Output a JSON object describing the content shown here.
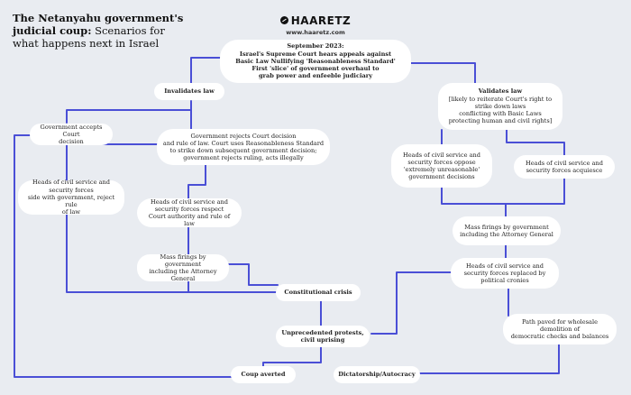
{
  "header": {
    "title_bold": "The Netanyahu government's judicial coup:",
    "title_rest": " Scenarios for what happens next in Israel",
    "brand": "HAARETZ",
    "brand_url": "www.haaretz.com",
    "logo_icon": "haaretz-logo-icon"
  },
  "colors": {
    "line": "#4a4fd6",
    "node": "#ffffff",
    "background": "#e9ecf1"
  },
  "nodes": {
    "root": "September 2023:\nIsrael's Supreme Court hears appeals against\nBasic Law Nullifying 'Reasonableness Standard'\nFirst 'slice' of government overhaul to\ngrab power and enfeeble judiciary",
    "invalidates": "Invalidates law",
    "validates": "Validates law",
    "validates_sub": "[likely to reiterate Court's right to\nstrike down laws\nconflicting with Basic Laws\nprotecting human and civil rights]",
    "gov_accepts": "Government accepts Court\ndecision",
    "gov_rejects": "Government rejects Court decision\nand rule of law. Court uses Reasonableness Standard\nto strike down subsequent government decision;\ngovernment rejects ruling, acts illegally",
    "heads_side": "Heads of civil service and\nsecurity forces\nside with government, reject rule\nof law",
    "heads_respect": "Heads of civil service and\nsecurity forces respect\nCourt authority and rule of law",
    "mass_firings_left": "Mass firings by government\nincluding the Attorney\nGeneral",
    "constitutional_crisis": "Constitutional crisis",
    "protests": "Unprecedented protests,\ncivil uprising",
    "coup_averted": "Coup averted",
    "dictatorship": "Dictatorship/Autocracy",
    "heads_oppose": "Heads of civil service and\nsecurity forces oppose\n'extremely unreasonable'\ngovernment decisions",
    "heads_acquiesce": "Heads of civil service and\nsecurity forces acquiesce",
    "mass_firings_right": "Mass firings by government\nincluding the Attorney General",
    "heads_replaced": "Heads of civil service and\nsecurity forces replaced by\npolitical cronies",
    "path_paved": "Path paved for wholesale\ndemolition of\ndemocratic checks and balances"
  }
}
